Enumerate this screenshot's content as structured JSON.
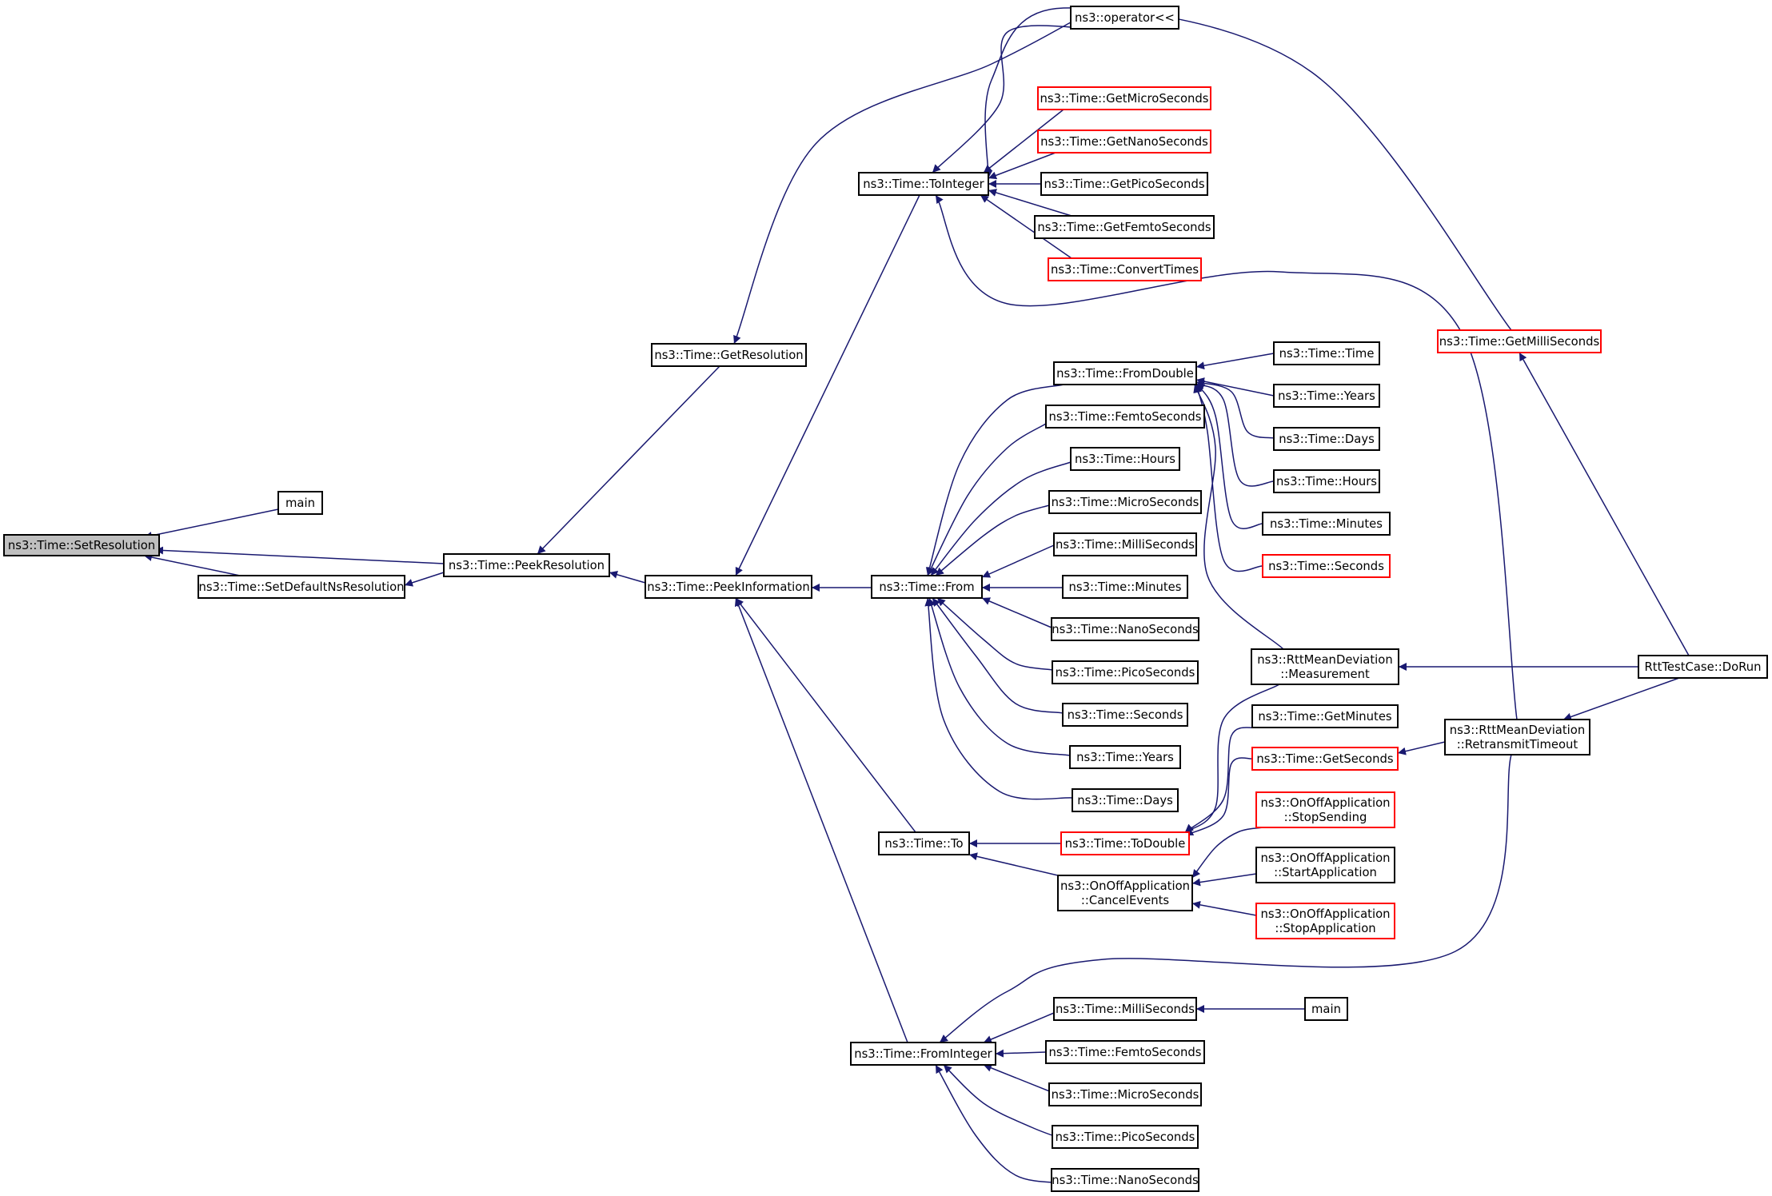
{
  "colors": {
    "edge": "#191970",
    "node_border": "#000000",
    "node_border_undocumented": "#ff0000",
    "node_fill": "#ffffff",
    "node_fill_selected": "#bfbfbf",
    "background": "#ffffff"
  },
  "nodes": [
    {
      "id": "setres",
      "lines": [
        "ns3::Time::SetResolution"
      ],
      "style": "selected"
    },
    {
      "id": "main1",
      "lines": [
        "main"
      ],
      "style": "normal"
    },
    {
      "id": "setdef",
      "lines": [
        "ns3::Time::SetDefaultNsResolution"
      ],
      "style": "normal"
    },
    {
      "id": "peekres",
      "lines": [
        "ns3::Time::PeekResolution"
      ],
      "style": "normal"
    },
    {
      "id": "getres",
      "lines": [
        "ns3::Time::GetResolution"
      ],
      "style": "normal"
    },
    {
      "id": "peekinfo",
      "lines": [
        "ns3::Time::PeekInformation"
      ],
      "style": "normal"
    },
    {
      "id": "toint",
      "lines": [
        "ns3::Time::ToInteger"
      ],
      "style": "normal"
    },
    {
      "id": "from",
      "lines": [
        "ns3::Time::From"
      ],
      "style": "normal"
    },
    {
      "id": "to",
      "lines": [
        "ns3::Time::To"
      ],
      "style": "normal"
    },
    {
      "id": "fromint",
      "lines": [
        "ns3::Time::FromInteger"
      ],
      "style": "normal"
    },
    {
      "id": "opshl",
      "lines": [
        "ns3::operator<<"
      ],
      "style": "normal"
    },
    {
      "id": "getmicro",
      "lines": [
        "ns3::Time::GetMicroSeconds"
      ],
      "style": "undocumented"
    },
    {
      "id": "getnano",
      "lines": [
        "ns3::Time::GetNanoSeconds"
      ],
      "style": "undocumented"
    },
    {
      "id": "getpico",
      "lines": [
        "ns3::Time::GetPicoSeconds"
      ],
      "style": "normal"
    },
    {
      "id": "getfemto",
      "lines": [
        "ns3::Time::GetFemtoSeconds"
      ],
      "style": "normal"
    },
    {
      "id": "convtimes",
      "lines": [
        "ns3::Time::ConvertTimes"
      ],
      "style": "undocumented"
    },
    {
      "id": "getmilli",
      "lines": [
        "ns3::Time::GetMilliSeconds"
      ],
      "style": "undocumented"
    },
    {
      "id": "fromdbl",
      "lines": [
        "ns3::Time::FromDouble"
      ],
      "style": "normal"
    },
    {
      "id": "fd_femto",
      "lines": [
        "ns3::Time::FemtoSeconds"
      ],
      "style": "normal"
    },
    {
      "id": "fd_hours",
      "lines": [
        "ns3::Time::Hours"
      ],
      "style": "normal"
    },
    {
      "id": "fd_micro",
      "lines": [
        "ns3::Time::MicroSeconds"
      ],
      "style": "normal"
    },
    {
      "id": "fd_milli",
      "lines": [
        "ns3::Time::MilliSeconds"
      ],
      "style": "normal"
    },
    {
      "id": "fd_minutes",
      "lines": [
        "ns3::Time::Minutes"
      ],
      "style": "normal"
    },
    {
      "id": "fd_nano",
      "lines": [
        "ns3::Time::NanoSeconds"
      ],
      "style": "normal"
    },
    {
      "id": "fd_pico",
      "lines": [
        "ns3::Time::PicoSeconds"
      ],
      "style": "normal"
    },
    {
      "id": "fd_seconds",
      "lines": [
        "ns3::Time::Seconds"
      ],
      "style": "normal"
    },
    {
      "id": "fd_years",
      "lines": [
        "ns3::Time::Years"
      ],
      "style": "normal"
    },
    {
      "id": "fd_days",
      "lines": [
        "ns3::Time::Days"
      ],
      "style": "normal"
    },
    {
      "id": "r_time",
      "lines": [
        "ns3::Time::Time"
      ],
      "style": "normal"
    },
    {
      "id": "r_years",
      "lines": [
        "ns3::Time::Years"
      ],
      "style": "normal"
    },
    {
      "id": "r_days",
      "lines": [
        "ns3::Time::Days"
      ],
      "style": "normal"
    },
    {
      "id": "r_hours",
      "lines": [
        "ns3::Time::Hours"
      ],
      "style": "normal"
    },
    {
      "id": "r_minutes",
      "lines": [
        "ns3::Time::Minutes"
      ],
      "style": "normal"
    },
    {
      "id": "r_seconds",
      "lines": [
        "ns3::Time::Seconds"
      ],
      "style": "undocumented"
    },
    {
      "id": "rttmeas",
      "lines": [
        "ns3::RttMeanDeviation",
        "::Measurement"
      ],
      "style": "normal"
    },
    {
      "id": "getminutes",
      "lines": [
        "ns3::Time::GetMinutes"
      ],
      "style": "normal"
    },
    {
      "id": "getseconds",
      "lines": [
        "ns3::Time::GetSeconds"
      ],
      "style": "undocumented"
    },
    {
      "id": "rttretx",
      "lines": [
        "ns3::RttMeanDeviation",
        "::RetransmitTimeout"
      ],
      "style": "normal"
    },
    {
      "id": "rttdorun",
      "lines": [
        "RttTestCase::DoRun"
      ],
      "style": "normal"
    },
    {
      "id": "todouble",
      "lines": [
        "ns3::Time::ToDouble"
      ],
      "style": "undocumented"
    },
    {
      "id": "cancelev",
      "lines": [
        "ns3::OnOffApplication",
        "::CancelEvents"
      ],
      "style": "normal"
    },
    {
      "id": "stopsend",
      "lines": [
        "ns3::OnOffApplication",
        "::StopSending"
      ],
      "style": "undocumented"
    },
    {
      "id": "startapp",
      "lines": [
        "ns3::OnOffApplication",
        "::StartApplication"
      ],
      "style": "normal"
    },
    {
      "id": "stopapp",
      "lines": [
        "ns3::OnOffApplication",
        "::StopApplication"
      ],
      "style": "undocumented"
    },
    {
      "id": "fi_milli",
      "lines": [
        "ns3::Time::MilliSeconds"
      ],
      "style": "normal"
    },
    {
      "id": "main2",
      "lines": [
        "main"
      ],
      "style": "normal"
    },
    {
      "id": "fi_femto",
      "lines": [
        "ns3::Time::FemtoSeconds"
      ],
      "style": "normal"
    },
    {
      "id": "fi_micro",
      "lines": [
        "ns3::Time::MicroSeconds"
      ],
      "style": "normal"
    },
    {
      "id": "fi_pico",
      "lines": [
        "ns3::Time::PicoSeconds"
      ],
      "style": "normal"
    },
    {
      "id": "fi_nano",
      "lines": [
        "ns3::Time::NanoSeconds"
      ],
      "style": "normal"
    }
  ],
  "edges": [
    {
      "from": "setres",
      "to": "main1"
    },
    {
      "from": "setres",
      "to": "setdef"
    },
    {
      "from": "setres",
      "to": "peekres"
    },
    {
      "from": "setdef",
      "to": "peekres"
    },
    {
      "from": "peekres",
      "to": "getres"
    },
    {
      "from": "peekres",
      "to": "peekinfo"
    },
    {
      "from": "getres",
      "to": "opshl"
    },
    {
      "from": "peekinfo",
      "to": "toint"
    },
    {
      "from": "peekinfo",
      "to": "from"
    },
    {
      "from": "peekinfo",
      "to": "to"
    },
    {
      "from": "peekinfo",
      "to": "fromint"
    },
    {
      "from": "toint",
      "to": "opshl"
    },
    {
      "from": "toint",
      "to": "getmicro"
    },
    {
      "from": "toint",
      "to": "getnano"
    },
    {
      "from": "toint",
      "to": "getpico"
    },
    {
      "from": "toint",
      "to": "getfemto"
    },
    {
      "from": "toint",
      "to": "convtimes"
    },
    {
      "from": "toint",
      "to": "getmilli"
    },
    {
      "from": "toint",
      "to": "rttretx"
    },
    {
      "from": "from",
      "to": "fromdbl"
    },
    {
      "from": "from",
      "to": "fd_femto"
    },
    {
      "from": "from",
      "to": "fd_hours"
    },
    {
      "from": "from",
      "to": "fd_micro"
    },
    {
      "from": "from",
      "to": "fd_milli"
    },
    {
      "from": "from",
      "to": "fd_minutes"
    },
    {
      "from": "from",
      "to": "fd_nano"
    },
    {
      "from": "from",
      "to": "fd_pico"
    },
    {
      "from": "from",
      "to": "fd_seconds"
    },
    {
      "from": "from",
      "to": "fd_years"
    },
    {
      "from": "from",
      "to": "fd_days"
    },
    {
      "from": "fromdbl",
      "to": "r_time"
    },
    {
      "from": "fromdbl",
      "to": "r_years"
    },
    {
      "from": "fromdbl",
      "to": "r_days"
    },
    {
      "from": "fromdbl",
      "to": "r_hours"
    },
    {
      "from": "fromdbl",
      "to": "r_minutes"
    },
    {
      "from": "fromdbl",
      "to": "r_seconds"
    },
    {
      "from": "fromdbl",
      "to": "rttmeas"
    },
    {
      "from": "rttmeas",
      "to": "rttdorun"
    },
    {
      "from": "getmilli",
      "to": "rttdorun"
    },
    {
      "from": "rttretx",
      "to": "rttdorun"
    },
    {
      "from": "getseconds",
      "to": "rttretx"
    },
    {
      "from": "to",
      "to": "todouble"
    },
    {
      "from": "to",
      "to": "cancelev"
    },
    {
      "from": "todouble",
      "to": "rttmeas"
    },
    {
      "from": "todouble",
      "to": "getminutes"
    },
    {
      "from": "todouble",
      "to": "getseconds"
    },
    {
      "from": "cancelev",
      "to": "stopsend"
    },
    {
      "from": "cancelev",
      "to": "startapp"
    },
    {
      "from": "cancelev",
      "to": "stopapp"
    },
    {
      "from": "fromint",
      "to": "fi_milli"
    },
    {
      "from": "fromint",
      "to": "fi_femto"
    },
    {
      "from": "fromint",
      "to": "fi_micro"
    },
    {
      "from": "fromint",
      "to": "fi_pico"
    },
    {
      "from": "fromint",
      "to": "fi_nano"
    },
    {
      "from": "fromint",
      "to": "rttretx"
    },
    {
      "from": "fi_milli",
      "to": "main2"
    }
  ]
}
